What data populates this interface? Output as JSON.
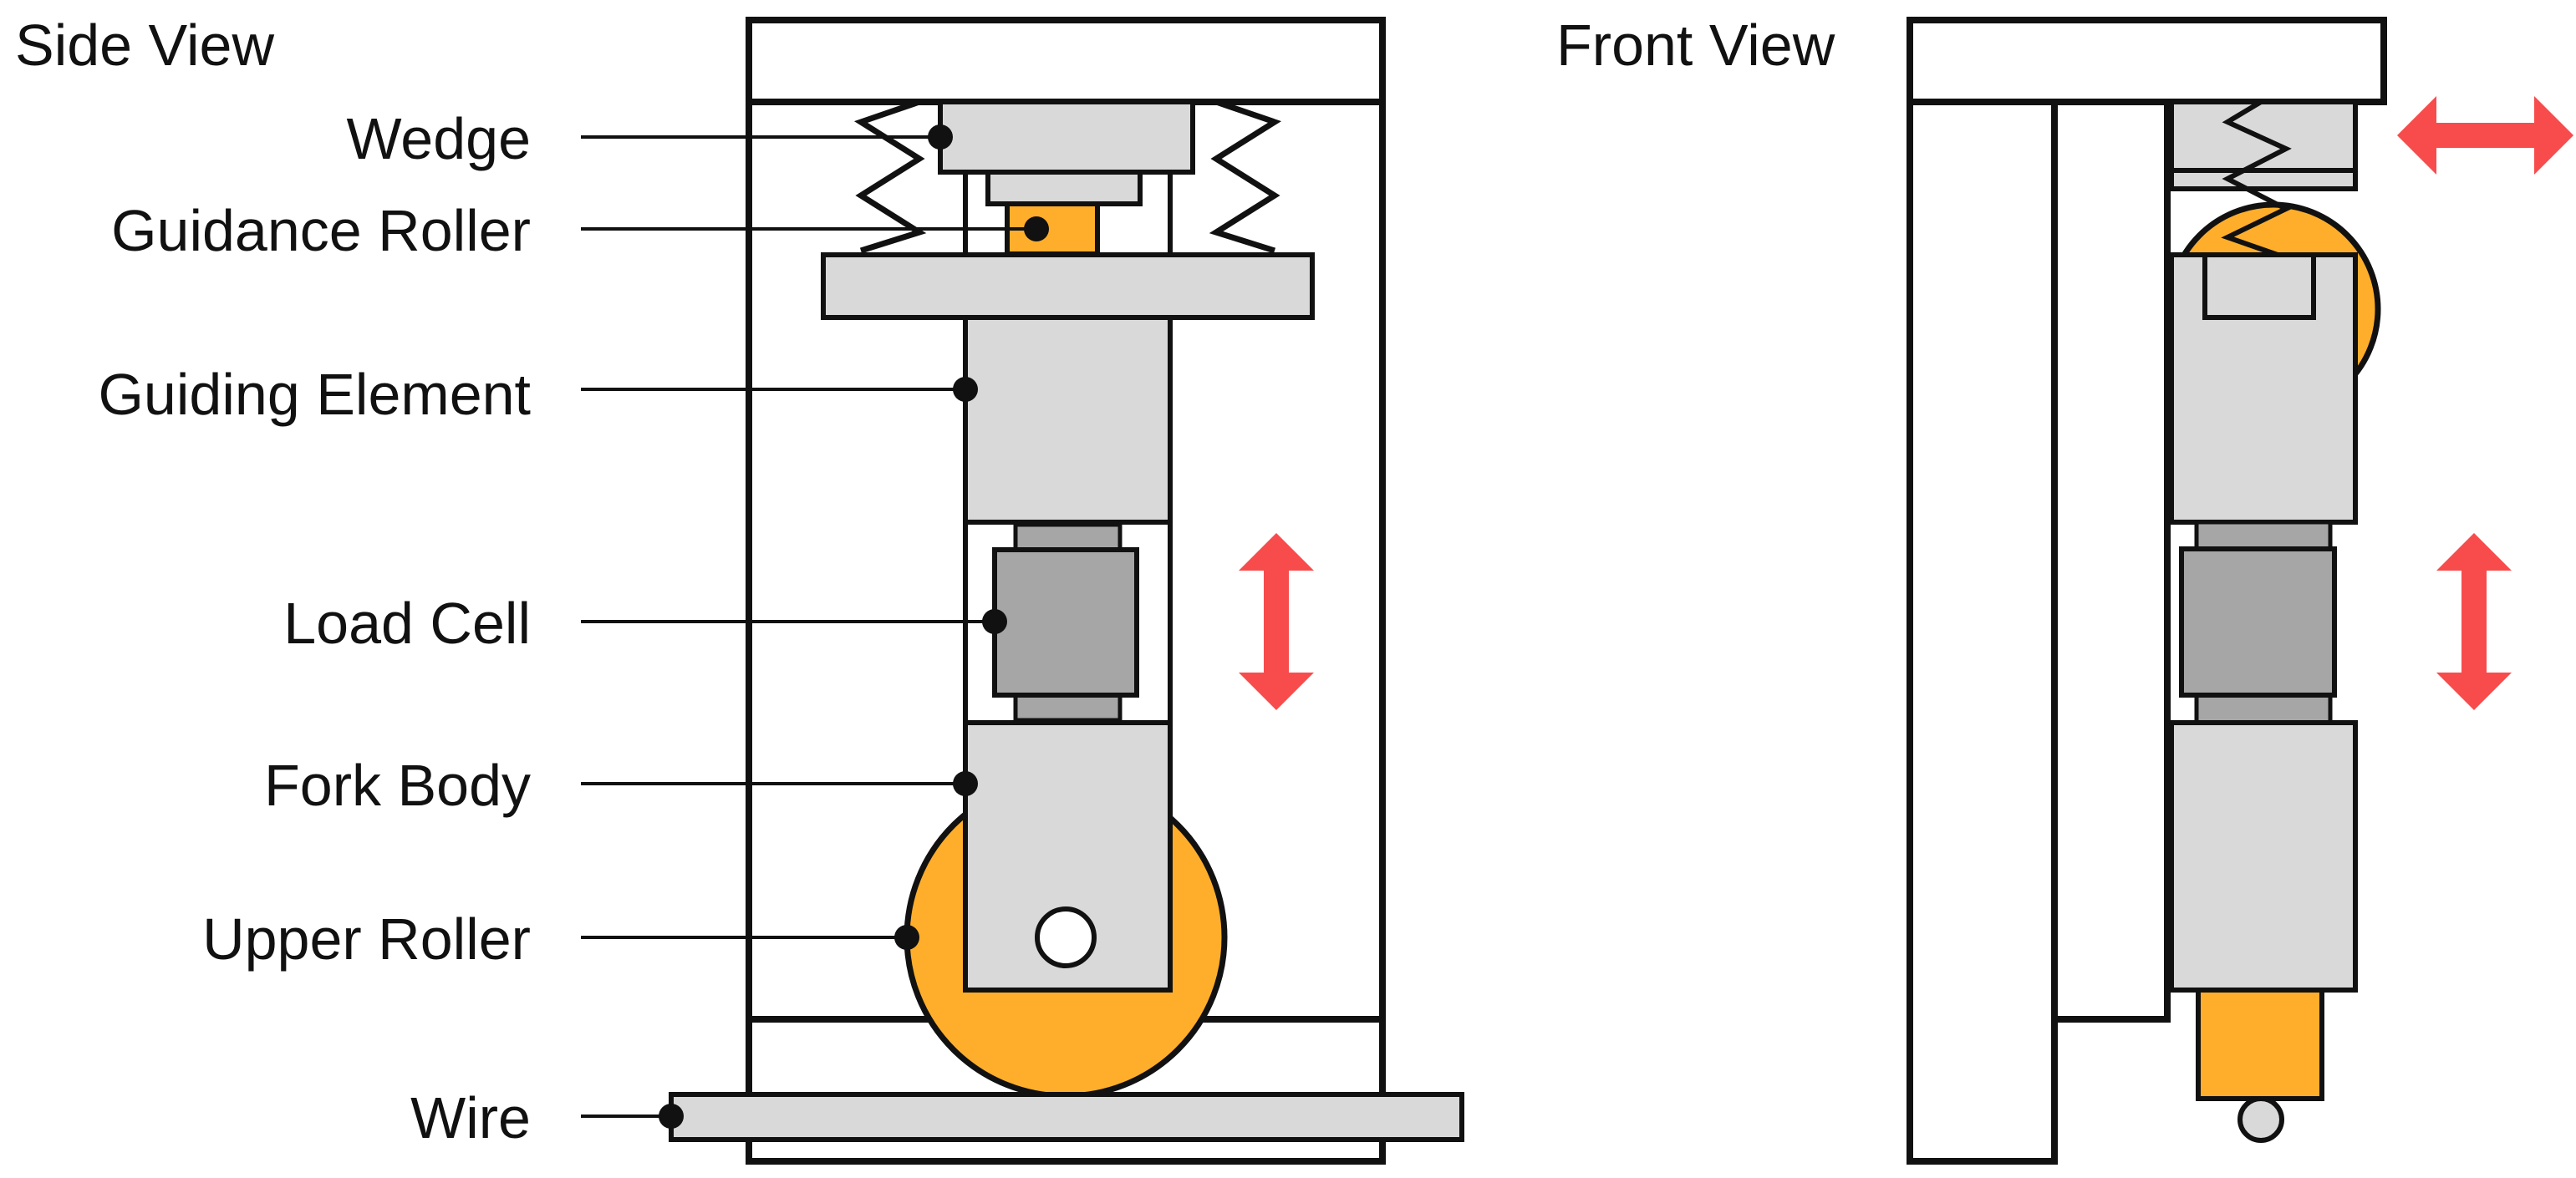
{
  "side_view": {
    "title": "Side View",
    "labels": {
      "wedge": "Wedge",
      "guidance_roller": "Guidance Roller",
      "guiding_element": "Guiding Element",
      "load_cell": "Load Cell",
      "fork_body": "Fork Body",
      "upper_roller": "Upper Roller",
      "wire": "Wire"
    }
  },
  "front_view": {
    "title": "Front View"
  },
  "colors": {
    "outline": "#111111",
    "part_fill": "#d9d9d9",
    "load_cell_fill": "#a6a6a6",
    "roller_fill": "#ffae2b",
    "arrow": "#f84c4c",
    "background": "#ffffff"
  }
}
